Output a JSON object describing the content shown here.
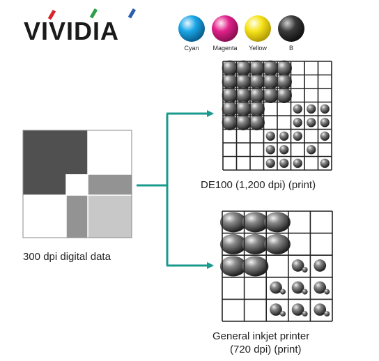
{
  "brand": {
    "name": "VIVIDIA"
  },
  "inks": [
    {
      "label": "Cyan",
      "color": "#1aa6e8"
    },
    {
      "label": "Magenta",
      "color": "#e0218a"
    },
    {
      "label": "Yellow",
      "color": "#f7e41b"
    },
    {
      "label": "B",
      "color": "#333333"
    }
  ],
  "source": {
    "caption": "300 dpi digital data",
    "cells": [
      {
        "shade": "#505050"
      },
      {
        "shade": "#ffffff"
      },
      {
        "shade": "#ffffff"
      },
      {
        "shade": "#939393"
      },
      {
        "shade": "#ffffff"
      },
      {
        "shade": "#939393"
      },
      {
        "shade": "#c8c8c8"
      }
    ]
  },
  "outputs": [
    {
      "caption": "DE100 (1,200 dpi) (print)"
    },
    {
      "caption_line1": "General inkjet printer",
      "caption_line2": "(720 dpi) (print)"
    }
  ],
  "colors": {
    "arrow": "#1a9a8c",
    "grid": "#222222",
    "accent_red": "#d8242b",
    "accent_green": "#2e9e48",
    "accent_blue": "#2a5fb0"
  }
}
